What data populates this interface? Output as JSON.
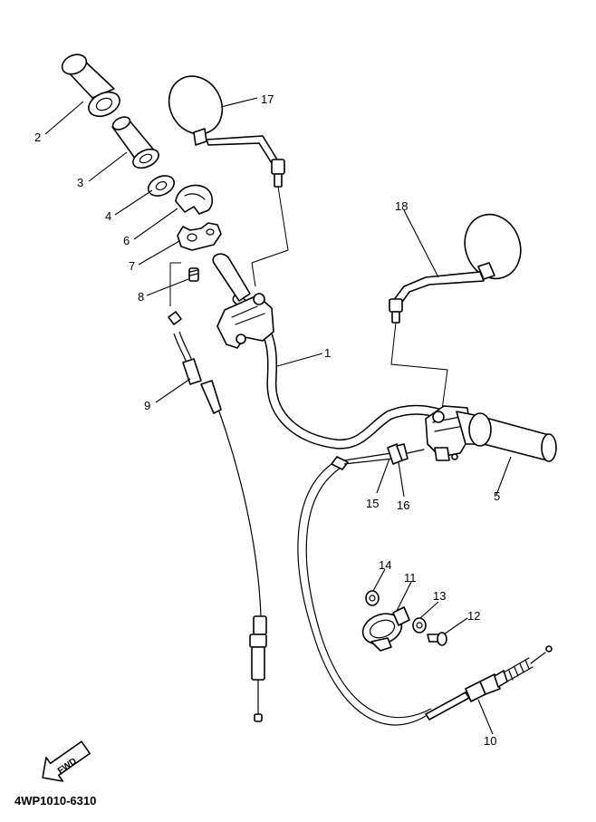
{
  "diagram": {
    "drawing_code": "4WP1010-6310",
    "direction_label": "FWD",
    "callouts": [
      {
        "id": "c1",
        "label": "1"
      },
      {
        "id": "c2",
        "label": "2"
      },
      {
        "id": "c3",
        "label": "3"
      },
      {
        "id": "c4",
        "label": "4"
      },
      {
        "id": "c5",
        "label": "5"
      },
      {
        "id": "c6",
        "label": "6"
      },
      {
        "id": "c7",
        "label": "7"
      },
      {
        "id": "c8",
        "label": "8"
      },
      {
        "id": "c9",
        "label": "9"
      },
      {
        "id": "c10",
        "label": "10"
      },
      {
        "id": "c11",
        "label": "11"
      },
      {
        "id": "c12",
        "label": "12"
      },
      {
        "id": "c13",
        "label": "13"
      },
      {
        "id": "c14",
        "label": "14"
      },
      {
        "id": "c15",
        "label": "15"
      },
      {
        "id": "c16",
        "label": "16"
      },
      {
        "id": "c17",
        "label": "17"
      },
      {
        "id": "c18",
        "label": "18"
      }
    ]
  }
}
